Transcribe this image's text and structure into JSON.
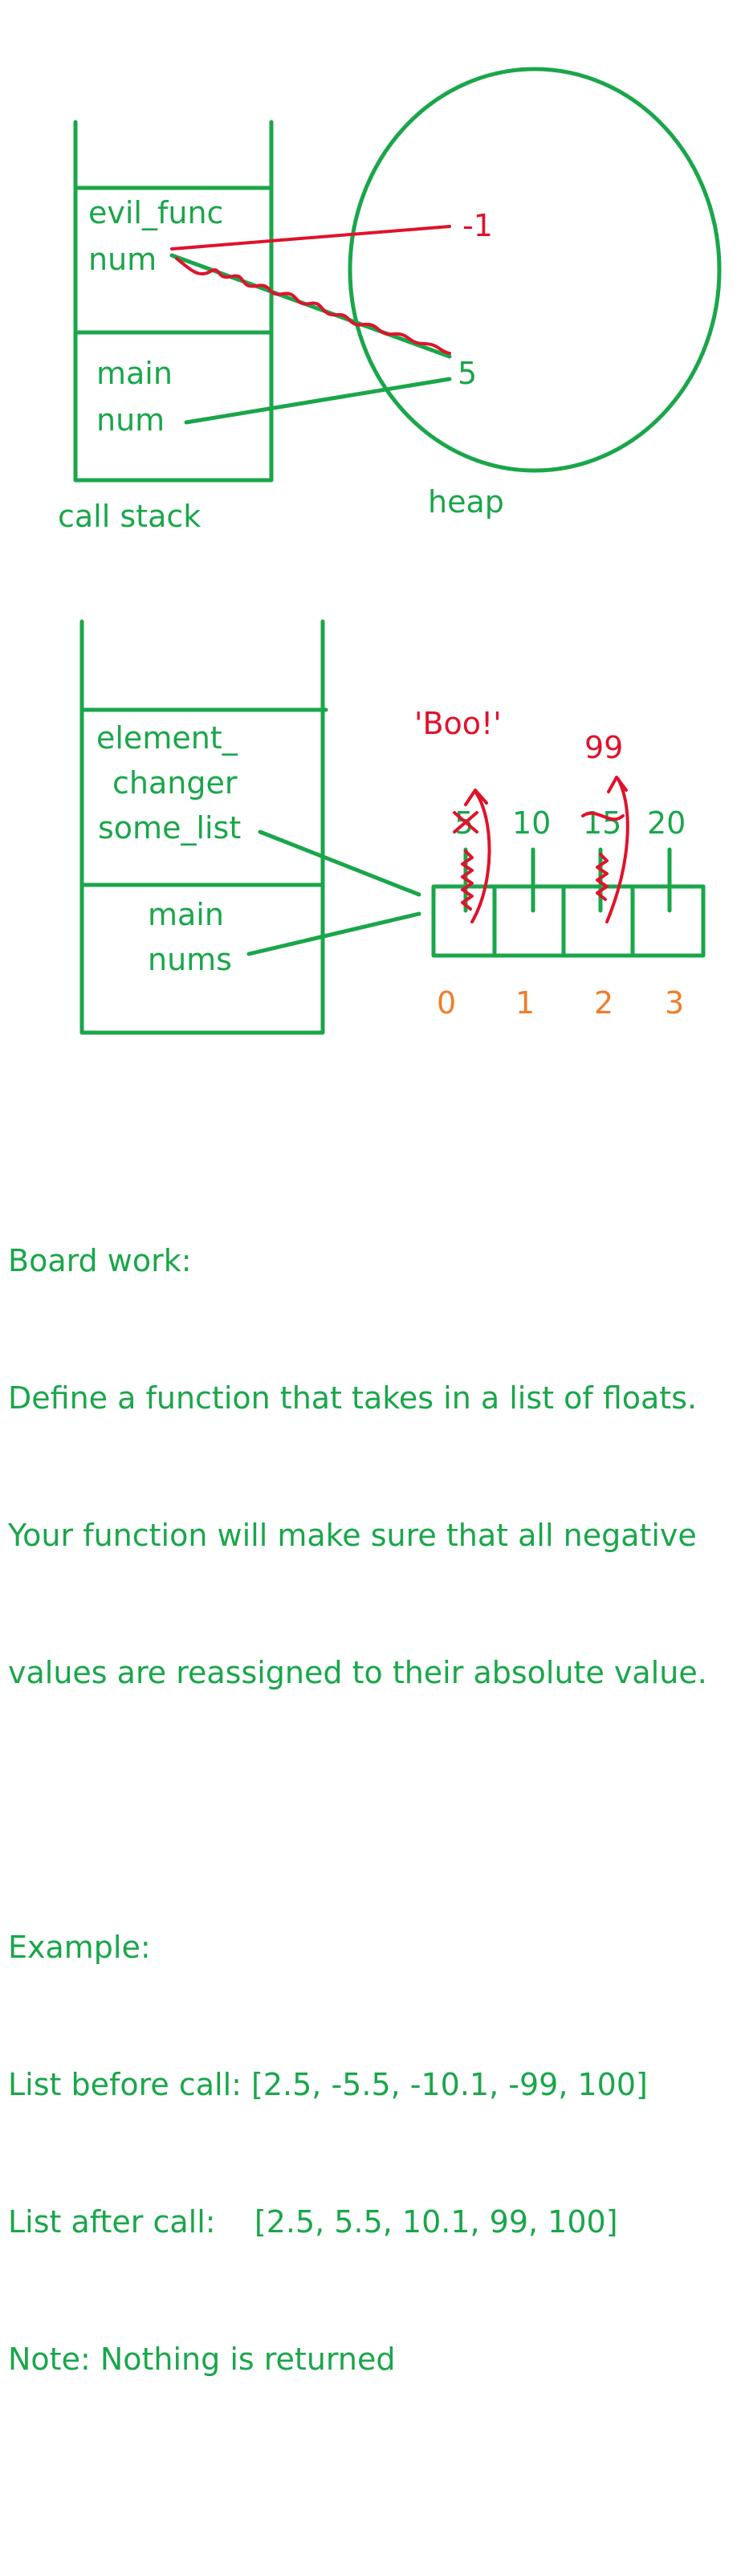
{
  "diagram1": {
    "frames": [
      {
        "name": "evil_func",
        "var": "num"
      },
      {
        "name": "main",
        "var": "num"
      }
    ],
    "stack_label": "call stack",
    "heap_label": "heap",
    "heap_values": [
      "-1",
      "5"
    ]
  },
  "diagram2": {
    "frames": [
      {
        "name_line1": "element_",
        "name_line2": "changer",
        "var": "some_list"
      },
      {
        "name": "main",
        "var": "nums"
      }
    ],
    "cell_values": [
      "5",
      "10",
      "15",
      "20"
    ],
    "new_values": [
      "'Boo!'",
      "99"
    ],
    "indices": [
      "0",
      "1",
      "2",
      "3"
    ]
  },
  "notes": {
    "title": "Board work:",
    "lines": [
      "Define a function that takes in a list of floats.",
      "Your function will make sure that all negative",
      "values are reassigned to their absolute value."
    ],
    "example_title": "Example:",
    "before": "List before call: [2.5, -5.5, -10.1, -99, 100]",
    "after": "List after call:    [2.5, 5.5, 10.1, 99, 100]",
    "note": "Note: Nothing is returned"
  },
  "colors": {
    "green": "#1aa64a",
    "red": "#e0122b",
    "orange": "#f07d2a"
  }
}
